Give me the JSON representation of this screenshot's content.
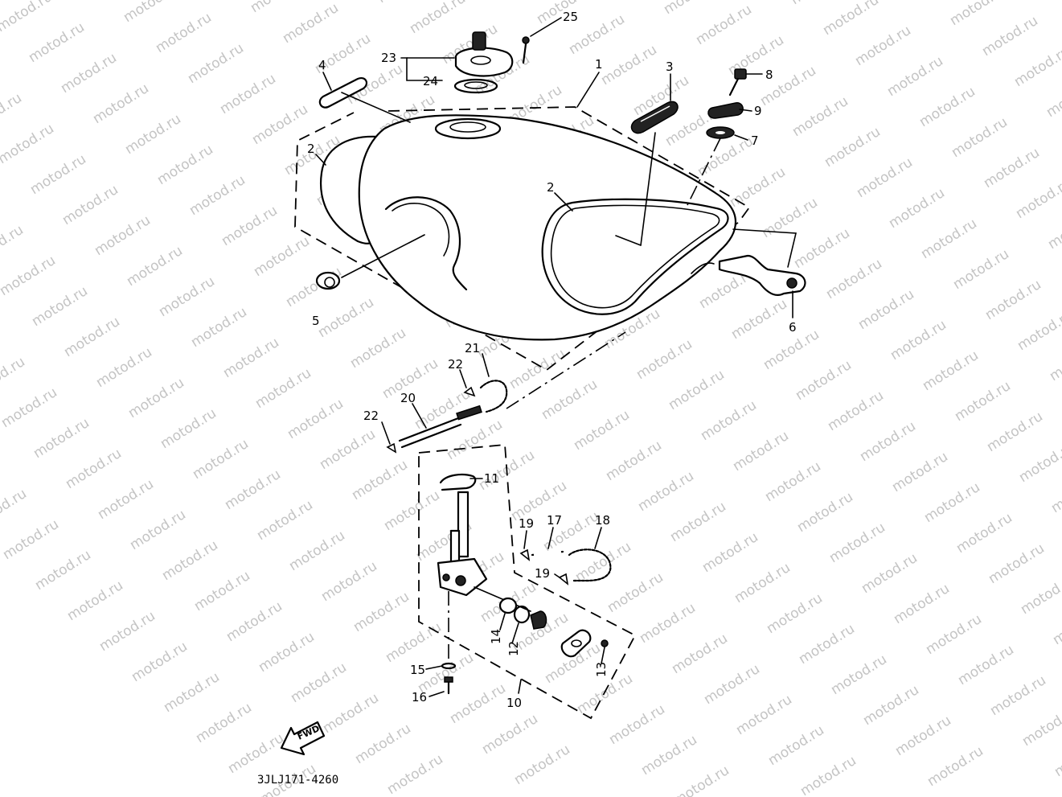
{
  "diagram": {
    "drawing_code": "3JLJ171-4260",
    "watermark": "motod.ru",
    "direction_label": "FWD",
    "callouts": [
      {
        "id": "c1",
        "text": "1"
      },
      {
        "id": "c2a",
        "text": "2"
      },
      {
        "id": "c2b",
        "text": "2"
      },
      {
        "id": "c3",
        "text": "3"
      },
      {
        "id": "c4",
        "text": "4"
      },
      {
        "id": "c5",
        "text": "5"
      },
      {
        "id": "c6",
        "text": "6"
      },
      {
        "id": "c7",
        "text": "7"
      },
      {
        "id": "c8",
        "text": "8"
      },
      {
        "id": "c9",
        "text": "9"
      },
      {
        "id": "c10",
        "text": "10"
      },
      {
        "id": "c11",
        "text": "11"
      },
      {
        "id": "c12",
        "text": "12"
      },
      {
        "id": "c13",
        "text": "13"
      },
      {
        "id": "c14",
        "text": "14"
      },
      {
        "id": "c15",
        "text": "15"
      },
      {
        "id": "c16",
        "text": "16"
      },
      {
        "id": "c17",
        "text": "17"
      },
      {
        "id": "c18",
        "text": "18"
      },
      {
        "id": "c19a",
        "text": "19"
      },
      {
        "id": "c19b",
        "text": "19"
      },
      {
        "id": "c20",
        "text": "20"
      },
      {
        "id": "c21",
        "text": "21"
      },
      {
        "id": "c22a",
        "text": "22"
      },
      {
        "id": "c22b",
        "text": "22"
      },
      {
        "id": "c23",
        "text": "23"
      },
      {
        "id": "c24",
        "text": "24"
      },
      {
        "id": "c25",
        "text": "25"
      }
    ]
  }
}
